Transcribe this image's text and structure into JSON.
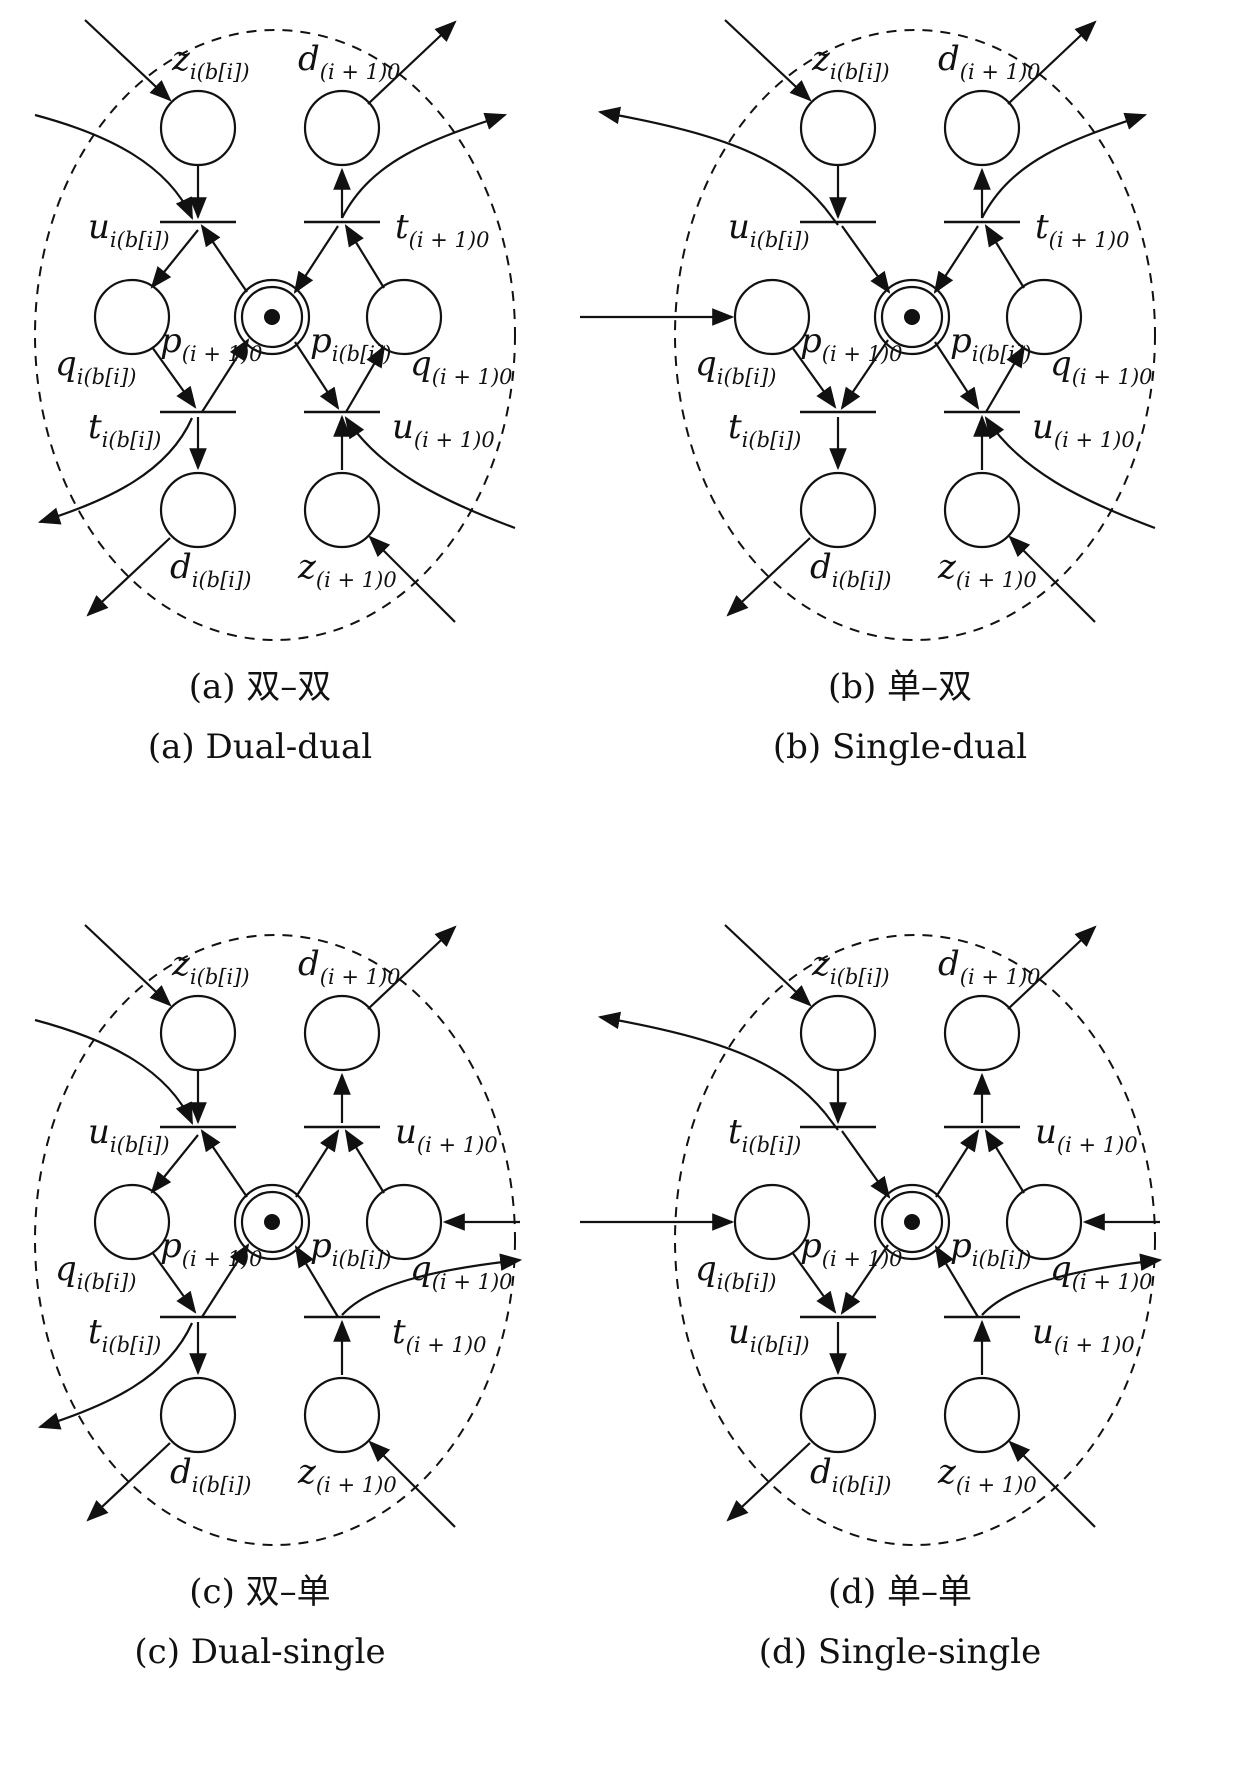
{
  "panels": [
    {
      "variant": "dual-dual",
      "caption_cn": "(a) 双–双",
      "caption_en": "(a) Dual-dual",
      "labels": {
        "z_left": {
          "base": "z",
          "sub": "i(b[i])"
        },
        "d_right": {
          "base": "d",
          "sub": "(i + 1)0"
        },
        "tr_tl": {
          "base": "u",
          "sub": "i(b[i])"
        },
        "tr_tr": {
          "base": "t",
          "sub": "(i + 1)0"
        },
        "q_left": {
          "base": "q",
          "sub": "i(b[i])"
        },
        "p_mid": {
          "base": "p",
          "sub": "(i + 1)0"
        },
        "p_center": {
          "base": "p",
          "sub": "i(b[i])"
        },
        "q_right": {
          "base": "q",
          "sub": "(i + 1)0"
        },
        "tr_bl": {
          "base": "t",
          "sub": "i(b[i])"
        },
        "tr_br": {
          "base": "u",
          "sub": "(i + 1)0"
        },
        "d_left": {
          "base": "d",
          "sub": "i(b[i])"
        },
        "z_right": {
          "base": "z",
          "sub": "(i + 1)0"
        }
      }
    },
    {
      "variant": "single-dual",
      "caption_cn": "(b) 单–双",
      "caption_en": "(b) Single-dual",
      "labels": {
        "z_left": {
          "base": "z",
          "sub": "i(b[i])"
        },
        "d_right": {
          "base": "d",
          "sub": "(i + 1)0"
        },
        "tr_tl": {
          "base": "u",
          "sub": "i(b[i])"
        },
        "tr_tr": {
          "base": "t",
          "sub": "(i + 1)0"
        },
        "q_left": {
          "base": "q",
          "sub": "i(b[i])"
        },
        "p_mid": {
          "base": "p",
          "sub": "(i + 1)0"
        },
        "p_center": {
          "base": "p",
          "sub": "i(b[i])"
        },
        "q_right": {
          "base": "q",
          "sub": "(i + 1)0"
        },
        "tr_bl": {
          "base": "t",
          "sub": "i(b[i])"
        },
        "tr_br": {
          "base": "u",
          "sub": "(i + 1)0"
        },
        "d_left": {
          "base": "d",
          "sub": "i(b[i])"
        },
        "z_right": {
          "base": "z",
          "sub": "(i + 1)0"
        }
      }
    },
    {
      "variant": "dual-single",
      "caption_cn": "(c) 双–单",
      "caption_en": "(c) Dual-single",
      "labels": {
        "z_left": {
          "base": "z",
          "sub": "i(b[i])"
        },
        "d_right": {
          "base": "d",
          "sub": "(i + 1)0"
        },
        "tr_tl": {
          "base": "u",
          "sub": "i(b[i])"
        },
        "tr_tr": {
          "base": "u",
          "sub": "(i + 1)0"
        },
        "q_left": {
          "base": "q",
          "sub": "i(b[i])"
        },
        "p_mid": {
          "base": "p",
          "sub": "(i + 1)0"
        },
        "p_center": {
          "base": "p",
          "sub": "i(b[i])"
        },
        "q_right": {
          "base": "q",
          "sub": "(i + 1)0"
        },
        "tr_bl": {
          "base": "t",
          "sub": "i(b[i])"
        },
        "tr_br": {
          "base": "t",
          "sub": "(i + 1)0"
        },
        "d_left": {
          "base": "d",
          "sub": "i(b[i])"
        },
        "z_right": {
          "base": "z",
          "sub": "(i + 1)0"
        }
      }
    },
    {
      "variant": "single-single",
      "caption_cn": "(d) 单–单",
      "caption_en": "(d) Single-single",
      "labels": {
        "z_left": {
          "base": "z",
          "sub": "i(b[i])"
        },
        "d_right": {
          "base": "d",
          "sub": "(i + 1)0"
        },
        "tr_tl": {
          "base": "t",
          "sub": "i(b[i])"
        },
        "tr_tr": {
          "base": "u",
          "sub": "(i + 1)0"
        },
        "q_left": {
          "base": "q",
          "sub": "i(b[i])"
        },
        "p_mid": {
          "base": "p",
          "sub": "(i + 1)0"
        },
        "p_center": {
          "base": "p",
          "sub": "i(b[i])"
        },
        "q_right": {
          "base": "q",
          "sub": "(i + 1)0"
        },
        "tr_bl": {
          "base": "u",
          "sub": "i(b[i])"
        },
        "tr_br": {
          "base": "u",
          "sub": "(i + 1)0"
        },
        "d_left": {
          "base": "d",
          "sub": "i(b[i])"
        },
        "z_right": {
          "base": "z",
          "sub": "(i + 1)0"
        }
      }
    }
  ]
}
